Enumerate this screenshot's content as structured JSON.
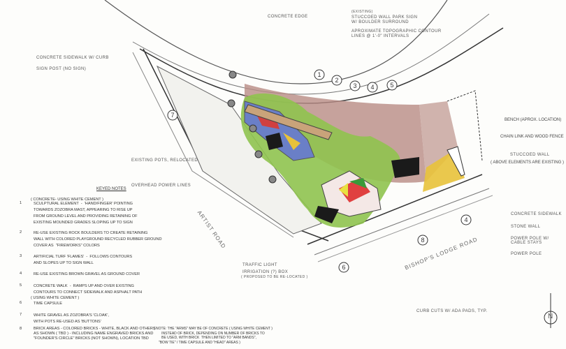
{
  "labels": {
    "concrete_edge": "CONCRETE EDGE",
    "existing": "(EXISTING)",
    "park_sign": "STUCCOED WALL PARK SIGN",
    "boulder": "W/ BOULDER SURROUND",
    "contour1": "APROXIMATE TOPOGRAPHIC CONTOUR",
    "contour2": "LINES @ 1'-0\" INTERVALS",
    "sidewalk_curb": "CONCRETE SIDEWALK W/ CURB",
    "sign_post": "SIGN POST (NO SIGN)",
    "bench": "BENCH (APROX. LOCATION)",
    "fence": "CHAIN LINK AND WOOD FENCE",
    "stucco_wall": "STUCCOED WALL",
    "above_existing": "( ABOVE ELEMENTS ARE EXISTING )",
    "pots": "EXISTING POTS, RELOCATED",
    "power_lines": "OVERHEAD POWER LINES",
    "concrete_sidewalk": "CONCRETE SIDEWALK",
    "stone_wall": "STONE WALL",
    "power_pole_cable1": "POWER POLE W/",
    "power_pole_cable2": "CABLE STAYS",
    "power_pole": "POWER POLE",
    "traffic_light": "TRAFFIC LIGHT",
    "irrigation": "IRRIGATION (?) BOX",
    "irrigation_note": "( PROPOSED TO BE RE-LOCATED )",
    "curb_cuts": "CURB CUTS W/ ADA PADS, TYP.",
    "artist_road": "ARTIST ROAD",
    "bishops_road": "BISHOP'S LODGE ROAD",
    "north": "N"
  },
  "callouts": [
    "1",
    "2",
    "3",
    "4",
    "5",
    "6",
    "7",
    "8",
    "4"
  ],
  "notes": {
    "title": "KEYED NOTES",
    "items": [
      {
        "num": "",
        "text": "( CONCRETE- USING WHITE CEMENT )"
      },
      {
        "num": "1",
        "text": "SCULPTURAL ELEMENT  -  'HAND/FINGER' POINTING\nTOWARDS ZOZOBRA MAST, APPEARING TO RISE UP\nFROM GROUND LEVEL AND PROVIDING RETAINING OF\nEXISTING MOUNDED GRADES SLOPING UP TO SIGN"
      },
      {
        "num": "2",
        "text": "RE-USE EXISTING ROCK BOULDERS TO CREATE RETAINING\nWALL WITH COLORED PLAYGROUND RECYCLED RUBBER GROUND\nCOVER AS  \"FIREWORKS\" COLORS"
      },
      {
        "num": "3",
        "text": "ARTIFICIAL TURF 'FLAMES'  -  FOLLOWS CONTOURS\nAND SLOPES UP TO SIGN WALL"
      },
      {
        "num": "4",
        "text": "RE-USE EXISTING BROWN GRAVEL AS GROUND COVER"
      },
      {
        "num": "5",
        "text": "CONCRETE WALK  -  RAMPS UP AND OVER EXISTING\nCONTOURS TO CONNECT SIDEWALK AND ASPHALT PATH"
      },
      {
        "num": "",
        "text": "( USING WHITE CEMENT )"
      },
      {
        "num": "6",
        "text": "TIME CAPSULE"
      },
      {
        "num": "7",
        "text": "WHITE GRAVEL AS ZOZOBRA'S 'CLOAK',\nWITH POTS RE-USED AS 'BUTTONS'"
      },
      {
        "num": "8",
        "text": "BRICK AREAS - COLORED BRICKS - WHITE, BLACK AND OTHERS\nAS SHOWN ( TBD ) - INCLUDING NAME ENGRAVED BRICKS AND\n\"FOUNDER'S CIRCLE\" BRICKS (NOT SHOWN), LOCATION TBD"
      }
    ],
    "arms_note": "( NOTE: THE \"ARMS\" MAY BE OF CONCRETE ( USING WHITE CEMENT )\n        INSTEAD OF BRICK, DEPENDING ON NUMBER OF BRICKS TO\n        BE USED, WITH BRICK  THEN LIMITED TO \"ARM BANDS\",\n     \"BOW TIE\" / TIME CAPSULE AND \"HEAD\" AREAS )"
  },
  "colors": {
    "turf": "#8fc34f",
    "gravel": "#b88b84",
    "yellow": "#e8c23a",
    "brick": "#1a1a1a"
  }
}
